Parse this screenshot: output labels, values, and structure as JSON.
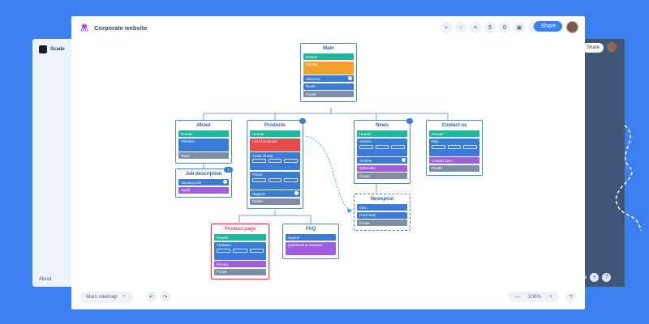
{
  "background": {
    "left_panel": {
      "brand": "Scade",
      "about": "About"
    },
    "right_panel": {
      "share": "Share",
      "zoom": "%"
    }
  },
  "app": {
    "title": "Corporate website",
    "share_label": "Share",
    "toolbar_icons": [
      "add-icon",
      "search-icon",
      "list-icon",
      "dollar-icon",
      "settings-icon",
      "image-icon",
      "more-icon"
    ],
    "sitemap_selector": "Main sitemap",
    "zoom": "100%",
    "zoom_minus": "—",
    "zoom_plus": "+",
    "help": "?"
  },
  "cards": {
    "main": {
      "title": "Main",
      "blocks": [
        "Header",
        "Explore",
        "About us",
        "News",
        "Footer"
      ]
    },
    "about": {
      "title": "About",
      "blocks": [
        "Header",
        "Timeline",
        "Team"
      ]
    },
    "job": {
      "title": "Job description",
      "badge": "3",
      "blocks": [
        "Vacancy info",
        "Apply"
      ]
    },
    "products": {
      "title": "Products",
      "blocks": [
        "Header",
        "List of products",
        "Areas of use",
        "Plants",
        "Support",
        "Footer"
      ]
    },
    "news": {
      "title": "News",
      "blocks": [
        "Header",
        "Articles",
        "Archive",
        "Subscribe",
        "Footer"
      ]
    },
    "contact": {
      "title": "Contact us",
      "blocks": [
        "Header",
        "Map",
        "Contact form",
        "Footer"
      ]
    },
    "newspost": {
      "title": "Newspost",
      "blocks": [
        "Intro",
        "Post body",
        "Footer"
      ]
    },
    "product_page": {
      "title": "Product page",
      "blocks": [
        "Header",
        "Features",
        "Pricing",
        "Footer"
      ]
    },
    "faq": {
      "title": "FAQ",
      "blocks": [
        "Search",
        "Questions & Answers"
      ]
    }
  },
  "colors": {
    "accent": "#3c7ff0",
    "card_border": "#4d84c4",
    "highlight": "#e24a5a"
  }
}
